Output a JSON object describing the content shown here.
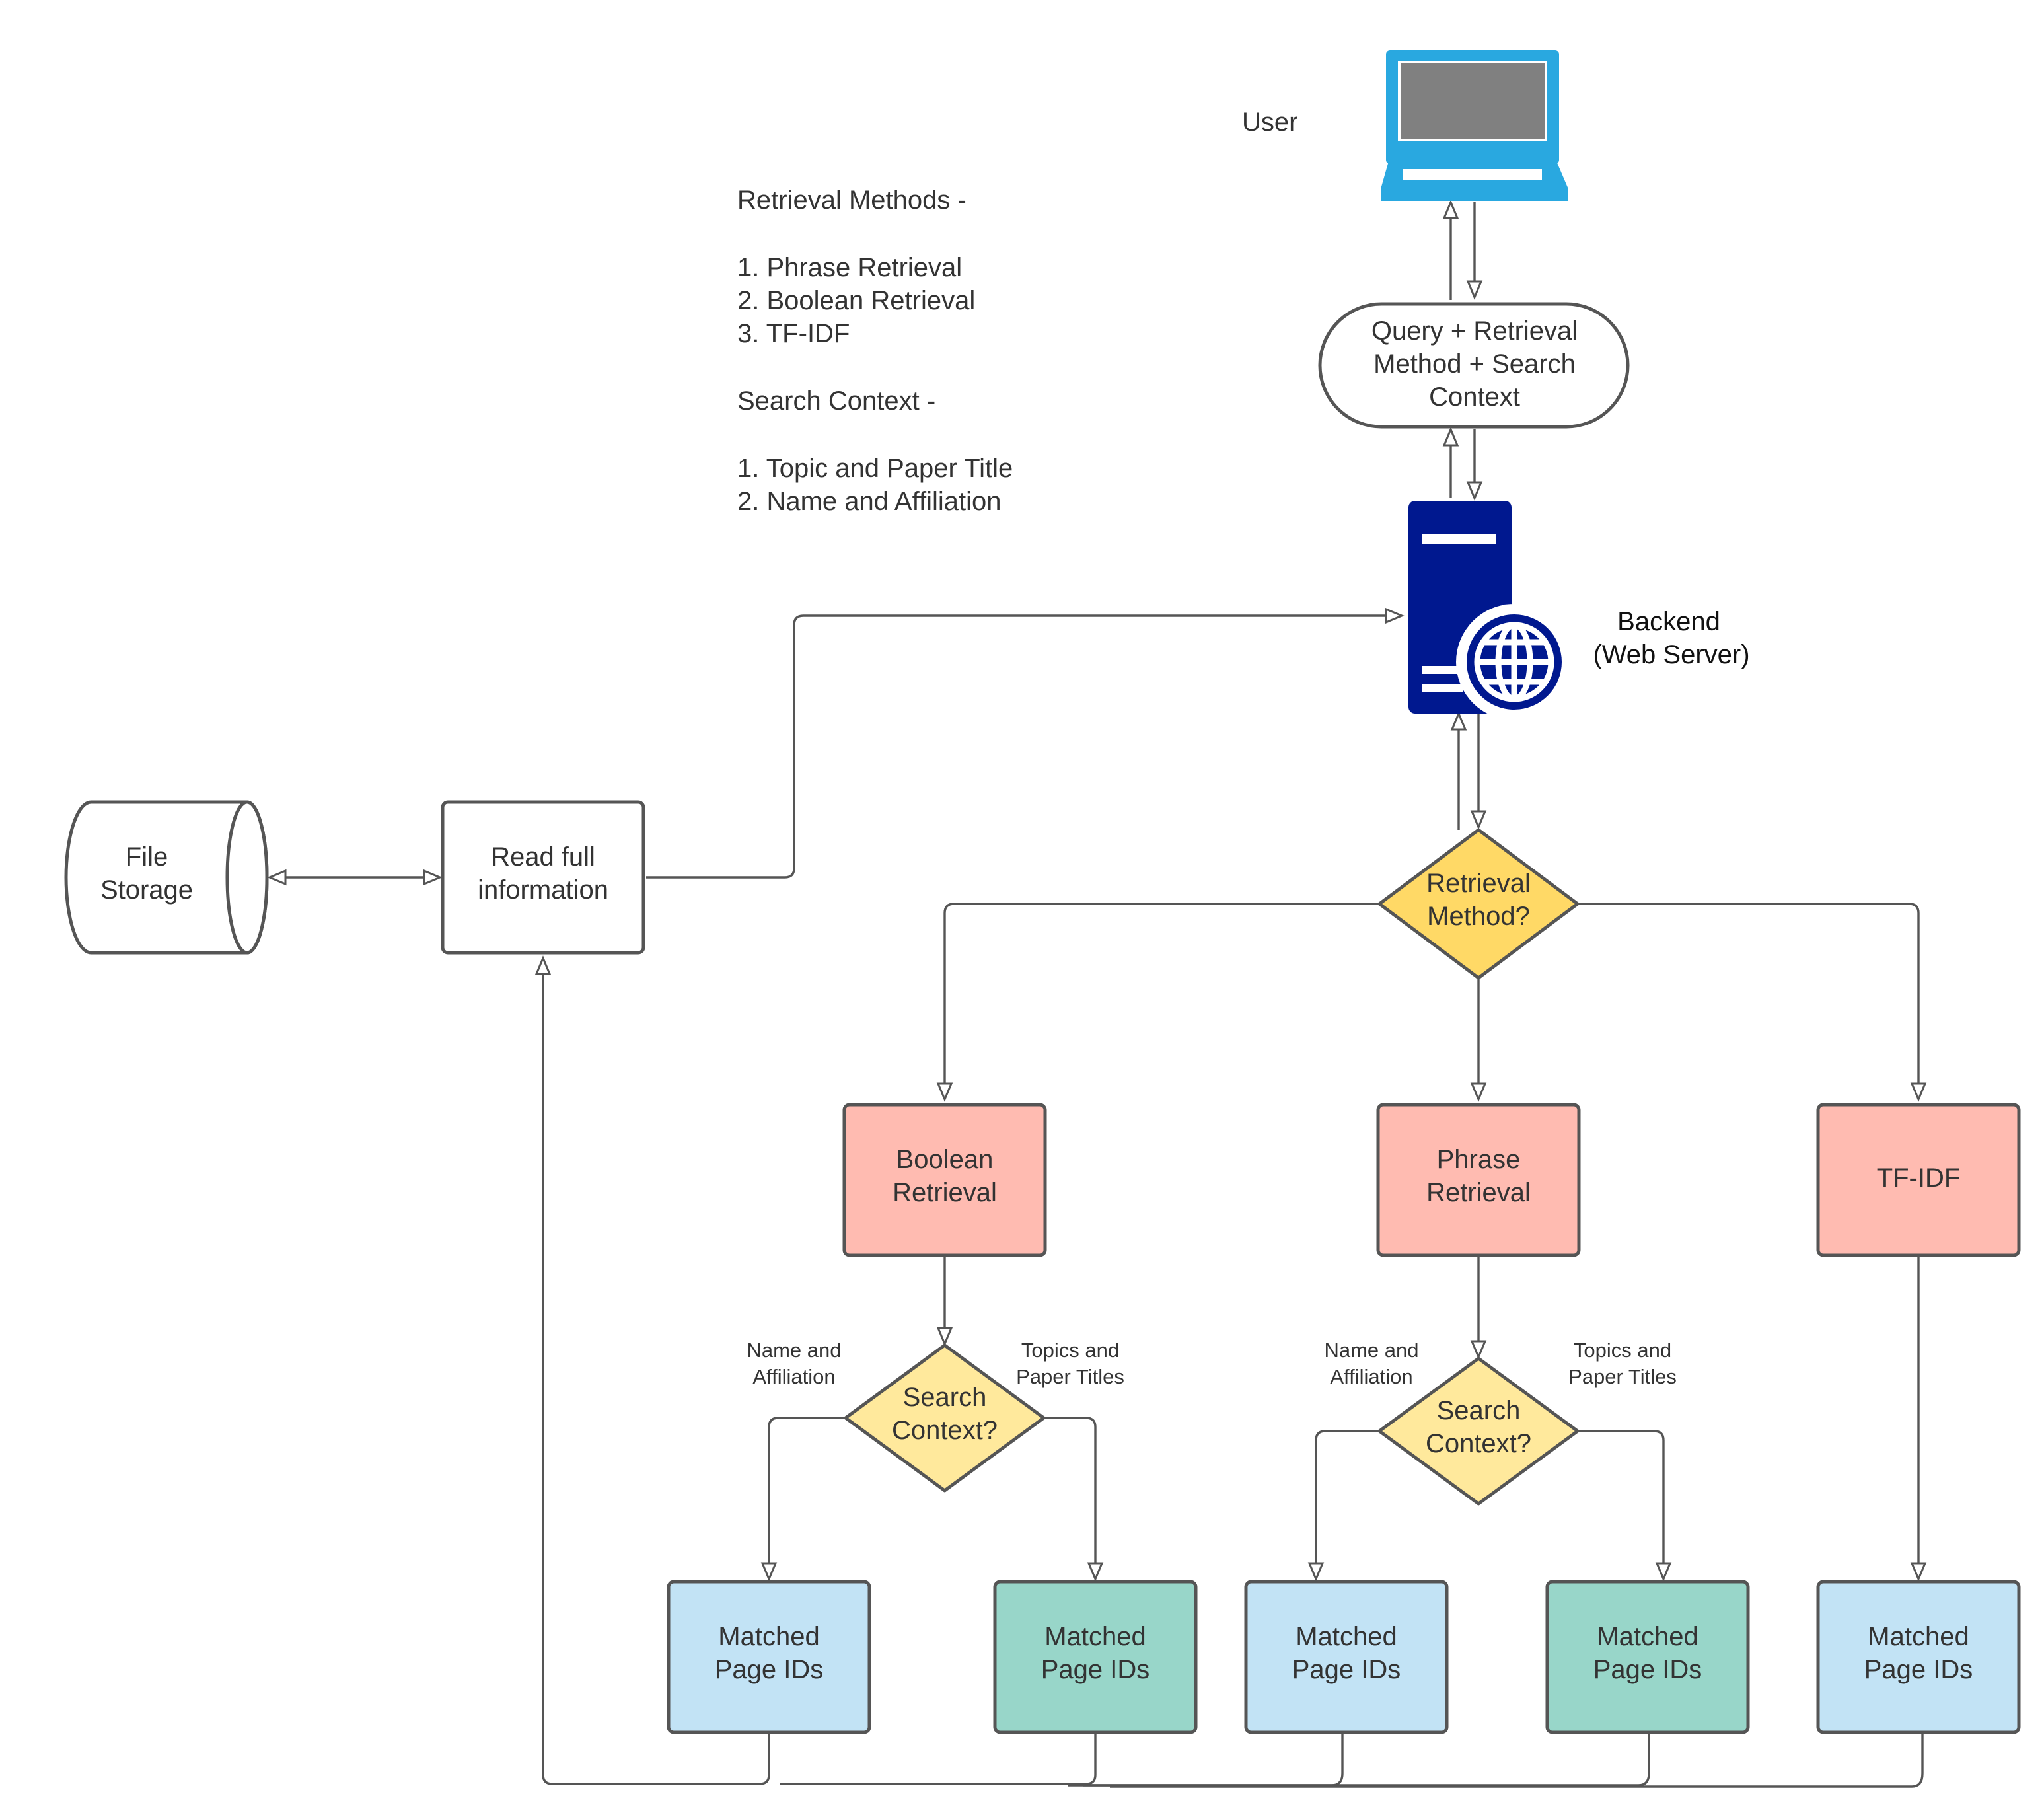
{
  "colors": {
    "line": "#555555",
    "decision": "#ffd966",
    "decision_light": "#ffe99c",
    "method": "#ffbbb1",
    "result_blue": "#c2e3f5",
    "result_green": "#98d6c9",
    "laptop": "#29a8e0",
    "laptop_screen": "#808080",
    "server": "#00188f"
  },
  "icons": {
    "user": "laptop-icon",
    "backend": "web-server-icon"
  },
  "user": {
    "label": "User"
  },
  "legend": {
    "methods_title": "Retrieval Methods -",
    "methods": [
      "1. Phrase Retrieval",
      "2. Boolean Retrieval",
      "3. TF-IDF"
    ],
    "context_title": "Search Context -",
    "contexts": [
      "1. Topic and Paper Title",
      "2. Name and Affiliation"
    ]
  },
  "query": {
    "lines": [
      "Query + Retrieval",
      "Method + Search",
      "Context"
    ]
  },
  "backend": {
    "lines": [
      "Backend",
      "(Web Server)"
    ]
  },
  "storage": {
    "lines": [
      "File",
      "Storage"
    ]
  },
  "read_full": {
    "lines": [
      "Read full",
      "information"
    ]
  },
  "retrieval_decision": {
    "lines": [
      "Retrieval",
      "Method?"
    ]
  },
  "methods": {
    "boolean": {
      "lines": [
        "Boolean",
        "Retrieval"
      ]
    },
    "phrase": {
      "lines": [
        "Phrase",
        "Retrieval"
      ]
    },
    "tfidf": {
      "lines": [
        "TF-IDF"
      ]
    }
  },
  "context_decision": {
    "lines": [
      "Search",
      "Context?"
    ]
  },
  "branch_labels": {
    "name": [
      "Name and",
      "Affiliation"
    ],
    "topics": [
      "Topics and",
      "Paper Titles"
    ]
  },
  "result": {
    "lines": [
      "Matched",
      "Page IDs"
    ]
  }
}
